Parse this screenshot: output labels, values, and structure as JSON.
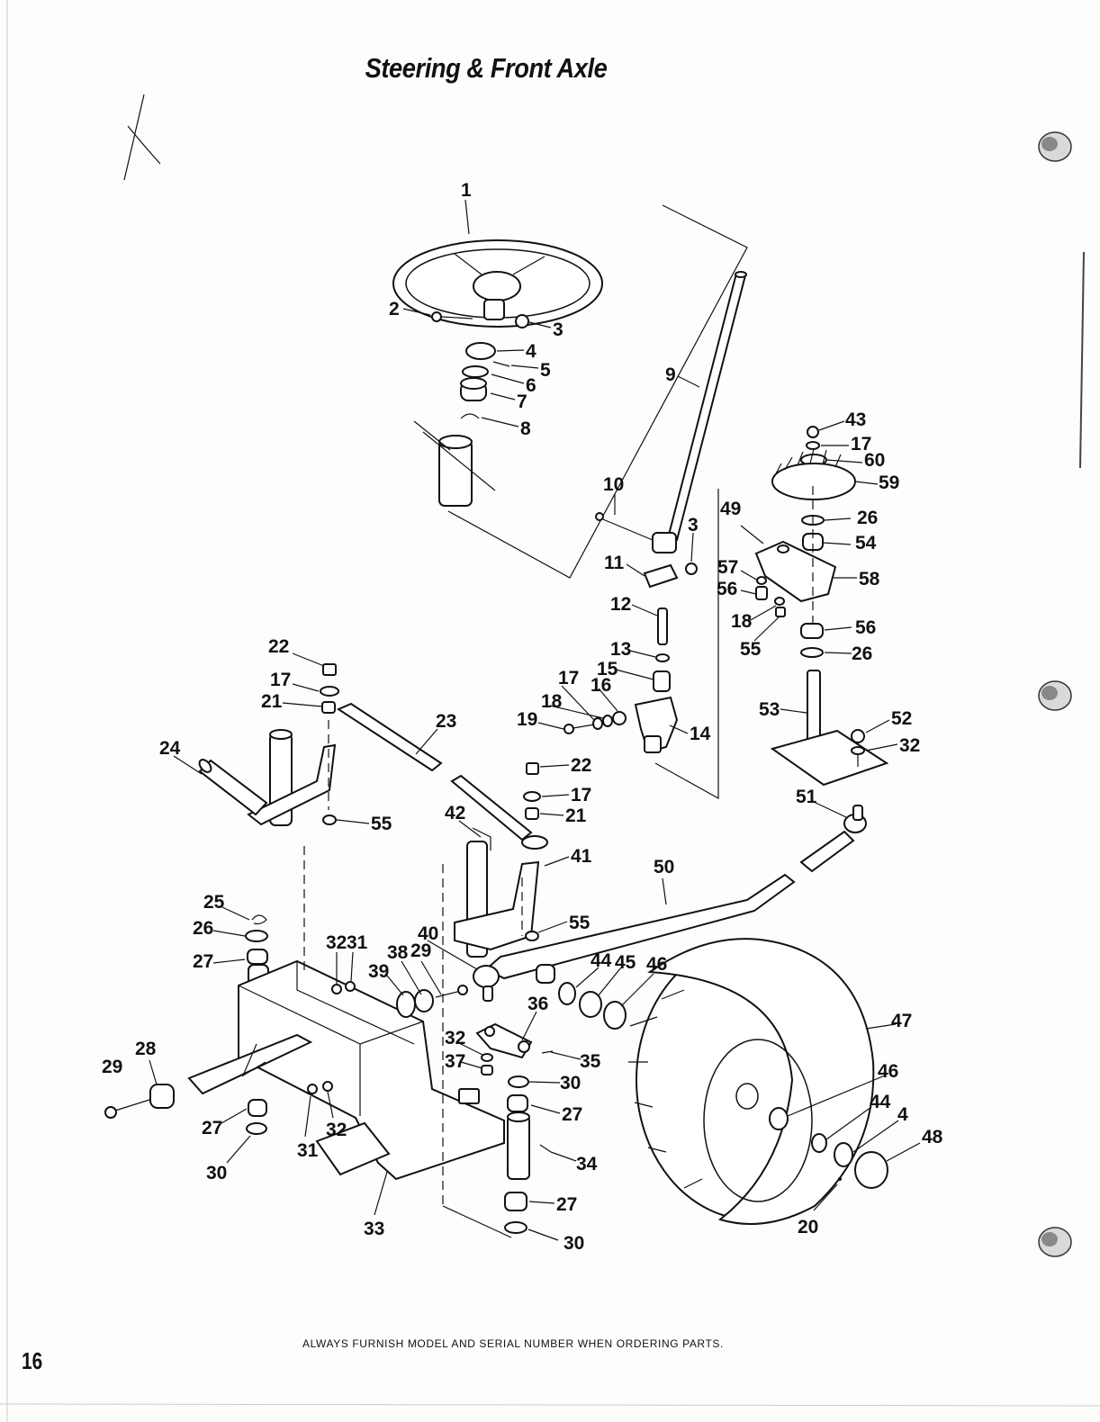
{
  "title": "Steering & Front Axle",
  "footer": "ALWAYS FURNISH MODEL AND SERIAL NUMBER WHEN ORDERING PARTS.",
  "page_number": "16",
  "callouts": [
    {
      "id": "1",
      "label": "1"
    },
    {
      "id": "2",
      "label": "2"
    },
    {
      "id": "3a",
      "label": "3"
    },
    {
      "id": "4a",
      "label": "4"
    },
    {
      "id": "5",
      "label": "5"
    },
    {
      "id": "6",
      "label": "6"
    },
    {
      "id": "7",
      "label": "7"
    },
    {
      "id": "8",
      "label": "8"
    },
    {
      "id": "9",
      "label": "9"
    },
    {
      "id": "10",
      "label": "10"
    },
    {
      "id": "3b",
      "label": "3"
    },
    {
      "id": "11",
      "label": "11"
    },
    {
      "id": "12",
      "label": "12"
    },
    {
      "id": "13",
      "label": "13"
    },
    {
      "id": "15",
      "label": "15"
    },
    {
      "id": "17a",
      "label": "17"
    },
    {
      "id": "16",
      "label": "16"
    },
    {
      "id": "18a",
      "label": "18"
    },
    {
      "id": "19",
      "label": "19"
    },
    {
      "id": "14",
      "label": "14"
    },
    {
      "id": "43",
      "label": "43"
    },
    {
      "id": "17b",
      "label": "17"
    },
    {
      "id": "60",
      "label": "60"
    },
    {
      "id": "59",
      "label": "59"
    },
    {
      "id": "49",
      "label": "49"
    },
    {
      "id": "26a",
      "label": "26"
    },
    {
      "id": "54",
      "label": "54"
    },
    {
      "id": "57",
      "label": "57"
    },
    {
      "id": "58",
      "label": "58"
    },
    {
      "id": "56a",
      "label": "56"
    },
    {
      "id": "18b",
      "label": "18"
    },
    {
      "id": "56b",
      "label": "56"
    },
    {
      "id": "55a",
      "label": "55"
    },
    {
      "id": "26b",
      "label": "26"
    },
    {
      "id": "53",
      "label": "53"
    },
    {
      "id": "52",
      "label": "52"
    },
    {
      "id": "32a",
      "label": "32"
    },
    {
      "id": "22a",
      "label": "22"
    },
    {
      "id": "17c",
      "label": "17"
    },
    {
      "id": "21a",
      "label": "21"
    },
    {
      "id": "23",
      "label": "23"
    },
    {
      "id": "24",
      "label": "24"
    },
    {
      "id": "55b",
      "label": "55"
    },
    {
      "id": "22b",
      "label": "22"
    },
    {
      "id": "17d",
      "label": "17"
    },
    {
      "id": "21b",
      "label": "21"
    },
    {
      "id": "42",
      "label": "42"
    },
    {
      "id": "41",
      "label": "41"
    },
    {
      "id": "50",
      "label": "50"
    },
    {
      "id": "51",
      "label": "51"
    },
    {
      "id": "55c",
      "label": "55"
    },
    {
      "id": "25",
      "label": "25"
    },
    {
      "id": "26c",
      "label": "26"
    },
    {
      "id": "27a",
      "label": "27"
    },
    {
      "id": "32b",
      "label": "32"
    },
    {
      "id": "31a",
      "label": "31"
    },
    {
      "id": "40",
      "label": "40"
    },
    {
      "id": "38",
      "label": "38"
    },
    {
      "id": "29a",
      "label": "29"
    },
    {
      "id": "39",
      "label": "39"
    },
    {
      "id": "44a",
      "label": "44"
    },
    {
      "id": "45",
      "label": "45"
    },
    {
      "id": "46a",
      "label": "46"
    },
    {
      "id": "36",
      "label": "36"
    },
    {
      "id": "47",
      "label": "47"
    },
    {
      "id": "32c",
      "label": "32"
    },
    {
      "id": "37",
      "label": "37"
    },
    {
      "id": "35",
      "label": "35"
    },
    {
      "id": "30a",
      "label": "30"
    },
    {
      "id": "27b",
      "label": "27"
    },
    {
      "id": "28",
      "label": "28"
    },
    {
      "id": "29b",
      "label": "29"
    },
    {
      "id": "27c",
      "label": "27"
    },
    {
      "id": "31b",
      "label": "31"
    },
    {
      "id": "32d",
      "label": "32"
    },
    {
      "id": "30b",
      "label": "30"
    },
    {
      "id": "34",
      "label": "34"
    },
    {
      "id": "33",
      "label": "33"
    },
    {
      "id": "27d",
      "label": "27"
    },
    {
      "id": "30c",
      "label": "30"
    },
    {
      "id": "46b",
      "label": "46"
    },
    {
      "id": "44b",
      "label": "44"
    },
    {
      "id": "4b",
      "label": "4"
    },
    {
      "id": "48",
      "label": "48"
    },
    {
      "id": "20",
      "label": "20"
    }
  ]
}
